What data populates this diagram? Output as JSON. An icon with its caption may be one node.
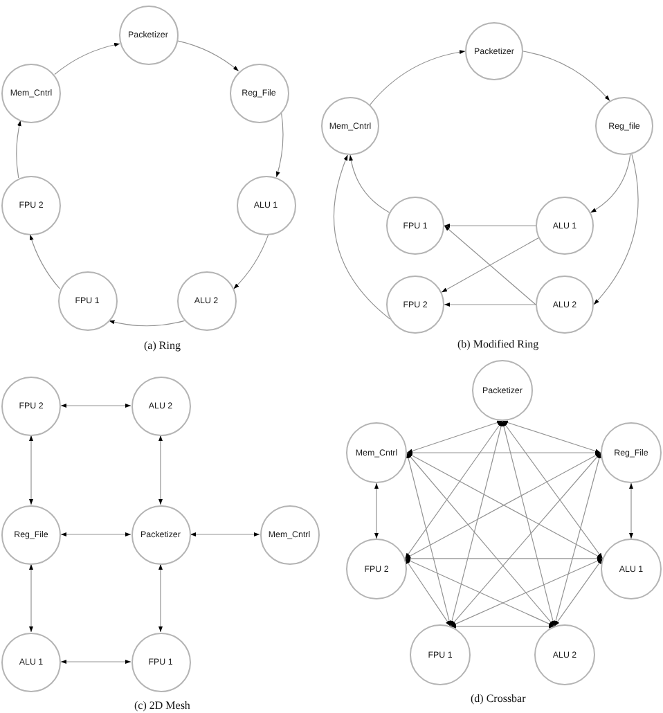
{
  "diagram": {
    "nodes": [
      {
        "text": [
          "Packetizer"
        ]
      },
      {
        "text": [
          "Reg_File"
        ]
      },
      {
        "text": [
          "ALU 1"
        ]
      },
      {
        "text": [
          "ALU 2"
        ]
      },
      {
        "text": [
          "FPU 1"
        ]
      },
      {
        "text": [
          "FPU 2"
        ]
      },
      {
        "text": [
          "Mem_Cntrl"
        ]
      },
      {
        "text": [
          "Packetizer"
        ]
      },
      {
        "text": [
          "Mem_Cntrl"
        ]
      },
      {
        "text": [
          "Reg_file"
        ]
      },
      {
        "text": [
          "FPU 1"
        ]
      },
      {
        "text": [
          "ALU 1"
        ]
      },
      {
        "text": [
          "FPU 2"
        ]
      },
      {
        "text": [
          "ALU 2"
        ]
      },
      {
        "text": [
          "FPU 2"
        ]
      },
      {
        "text": [
          "ALU 2"
        ]
      },
      {
        "text": [
          "Reg_File"
        ]
      },
      {
        "text": [
          "Packetizer"
        ]
      },
      {
        "text": [
          "Mem_Cntrl"
        ]
      },
      {
        "text": [
          "ALU 1"
        ]
      },
      {
        "text": [
          "FPU 1"
        ]
      },
      {
        "text": [
          "Packetizer"
        ]
      },
      {
        "text": [
          "Mem_Cntrl"
        ]
      },
      {
        "text": [
          "Reg_File"
        ]
      },
      {
        "text": [
          "FPU 2"
        ]
      },
      {
        "text": [
          "ALU 1"
        ]
      },
      {
        "text": [
          "FPU 1"
        ]
      },
      {
        "text": [
          "ALU 2"
        ]
      }
    ],
    "edges": [
      {
        "from": 0,
        "to": 1,
        "arrow": "to"
      },
      {
        "from": 1,
        "to": 2,
        "arrow": "to"
      },
      {
        "from": 2,
        "to": 3,
        "arrow": "to"
      },
      {
        "from": 3,
        "to": 4,
        "arrow": "to"
      },
      {
        "from": 4,
        "to": 5,
        "arrow": "to"
      },
      {
        "from": 5,
        "to": 6,
        "arrow": "to"
      },
      {
        "from": 6,
        "to": 0,
        "arrow": "to"
      },
      {
        "from": 8,
        "to": 7,
        "arrow": "to"
      },
      {
        "from": 7,
        "to": 9,
        "arrow": "to"
      },
      {
        "from": 9,
        "to": 11,
        "arrow": "to"
      },
      {
        "from": 9,
        "to": 13,
        "arrow": "to"
      },
      {
        "from": 11,
        "to": 10,
        "arrow": "to"
      },
      {
        "from": 11,
        "to": 12,
        "arrow": "to"
      },
      {
        "from": 13,
        "to": 10,
        "arrow": "to"
      },
      {
        "from": 13,
        "to": 12,
        "arrow": "to"
      },
      {
        "from": 10,
        "to": 8,
        "arrow": "to"
      },
      {
        "from": 12,
        "to": 8,
        "arrow": "to"
      },
      {
        "from": 14,
        "to": 15,
        "arrow": "both"
      },
      {
        "from": 14,
        "to": 16,
        "arrow": "both"
      },
      {
        "from": 15,
        "to": 17,
        "arrow": "both"
      },
      {
        "from": 16,
        "to": 17,
        "arrow": "both"
      },
      {
        "from": 17,
        "to": 18,
        "arrow": "both"
      },
      {
        "from": 16,
        "to": 19,
        "arrow": "both"
      },
      {
        "from": 17,
        "to": 20,
        "arrow": "both"
      },
      {
        "from": 19,
        "to": 20,
        "arrow": "both"
      },
      {
        "from": 21,
        "to": 22,
        "arrow": "both"
      },
      {
        "from": 21,
        "to": 23,
        "arrow": "both"
      },
      {
        "from": 21,
        "to": 24,
        "arrow": "both"
      },
      {
        "from": 21,
        "to": 25,
        "arrow": "both"
      },
      {
        "from": 21,
        "to": 26,
        "arrow": "both"
      },
      {
        "from": 21,
        "to": 27,
        "arrow": "both"
      },
      {
        "from": 22,
        "to": 23,
        "arrow": "both"
      },
      {
        "from": 22,
        "to": 24,
        "arrow": "both"
      },
      {
        "from": 22,
        "to": 25,
        "arrow": "both"
      },
      {
        "from": 22,
        "to": 26,
        "arrow": "both"
      },
      {
        "from": 22,
        "to": 27,
        "arrow": "both"
      },
      {
        "from": 23,
        "to": 24,
        "arrow": "both"
      },
      {
        "from": 23,
        "to": 25,
        "arrow": "both"
      },
      {
        "from": 23,
        "to": 26,
        "arrow": "both"
      },
      {
        "from": 23,
        "to": 27,
        "arrow": "both"
      },
      {
        "from": 24,
        "to": 25,
        "arrow": "both"
      },
      {
        "from": 24,
        "to": 26,
        "arrow": "both"
      },
      {
        "from": 24,
        "to": 27,
        "arrow": "both"
      },
      {
        "from": 25,
        "to": 26,
        "arrow": "both"
      },
      {
        "from": 25,
        "to": 27,
        "arrow": "both"
      },
      {
        "from": 26,
        "to": 27,
        "arrow": "both"
      }
    ],
    "labels": [
      "(a) Ring",
      "(b) Modified Ring",
      "(c) 2D Mesh",
      "(d) Crossbar"
    ]
  }
}
